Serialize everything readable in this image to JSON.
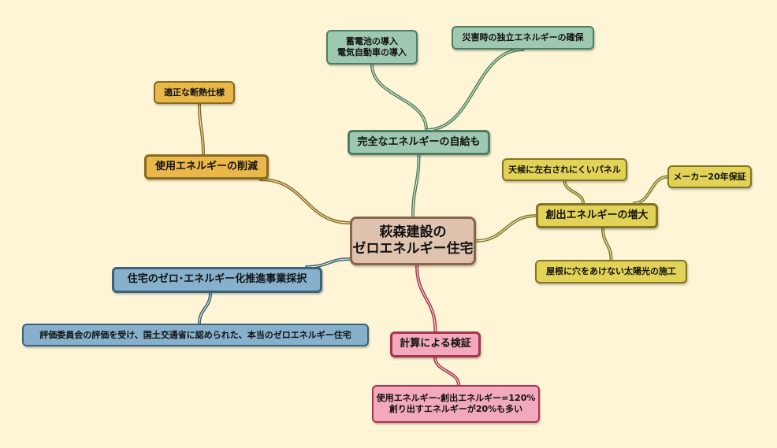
{
  "root": {
    "id": "root",
    "text": "萩森建設の\nゼロエネルギー住宅"
  },
  "branches": [
    {
      "id": "b-self",
      "text": "完全なエネルギーの自給も",
      "color": "#9fc8b0",
      "border": "#4d7f63",
      "children": [
        {
          "id": "c-battery",
          "text": "蓄電池の導入\n電気自動車の導入"
        },
        {
          "id": "c-disaster",
          "text": "災害時の独立エネルギーの確保"
        }
      ]
    },
    {
      "id": "b-reduce",
      "text": "使用エネルギーの削減",
      "color": "#eab84a",
      "border": "#8a6a1c",
      "children": [
        {
          "id": "c-insul",
          "text": "適正な断熱仕様"
        }
      ]
    },
    {
      "id": "b-create",
      "text": "創出エネルギーの増大",
      "color": "#e2d257",
      "border": "#817522",
      "children": [
        {
          "id": "c-weather",
          "text": "天候に左右されにくいパネル"
        },
        {
          "id": "c-warranty",
          "text": "メーカー20年保証"
        },
        {
          "id": "c-roof",
          "text": "屋根に穴をあけない太陽光の施工"
        }
      ]
    },
    {
      "id": "b-zeh",
      "text": "住宅のゼロ･エネルギー化推進事業採択",
      "color": "#86b0cc",
      "border": "#3b627c",
      "children": [
        {
          "id": "c-eval",
          "text": "評価委員会の評価を受け、国土交通省に認められた、本当のゼロエネルギー住宅"
        }
      ]
    },
    {
      "id": "b-calc",
      "text": "計算による検証",
      "color": "#f2a9bb",
      "border": "#a8334f",
      "children": [
        {
          "id": "c-120",
          "text": "使用エネルギー-創出エネルギー=120%\n創り出すエネルギーが20%も多い"
        }
      ]
    }
  ],
  "root_colors": {
    "fill": "#dfc3ae",
    "border": "#8a6448"
  }
}
